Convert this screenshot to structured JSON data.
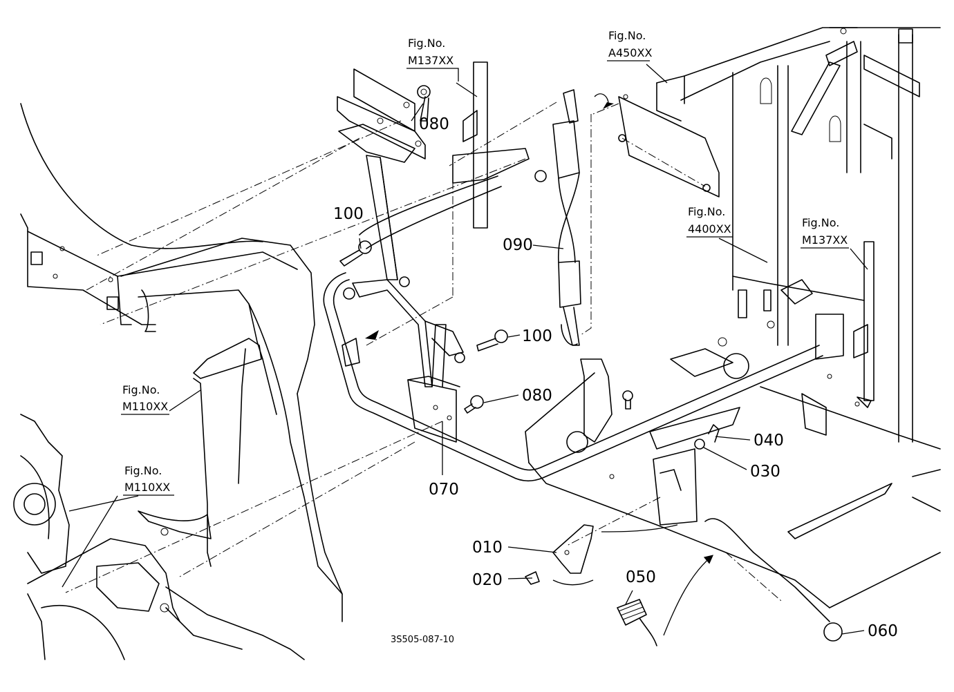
{
  "diagram_code": "3S505-087-10",
  "fig_label": "Fig.No.",
  "fig_refs": {
    "m137_top": "M137XX",
    "a450": "A450XX",
    "r4400": "4400XX",
    "m137_right": "M137XX",
    "m110_mid": "M110XX",
    "m110_low": "M110XX"
  },
  "parts": {
    "p010": "010",
    "p020": "020",
    "p030": "030",
    "p040": "040",
    "p050": "050",
    "p060": "060",
    "p070": "070",
    "p080_top": "080",
    "p080_mid": "080",
    "p090": "090",
    "p100_left": "100",
    "p100_right": "100"
  }
}
